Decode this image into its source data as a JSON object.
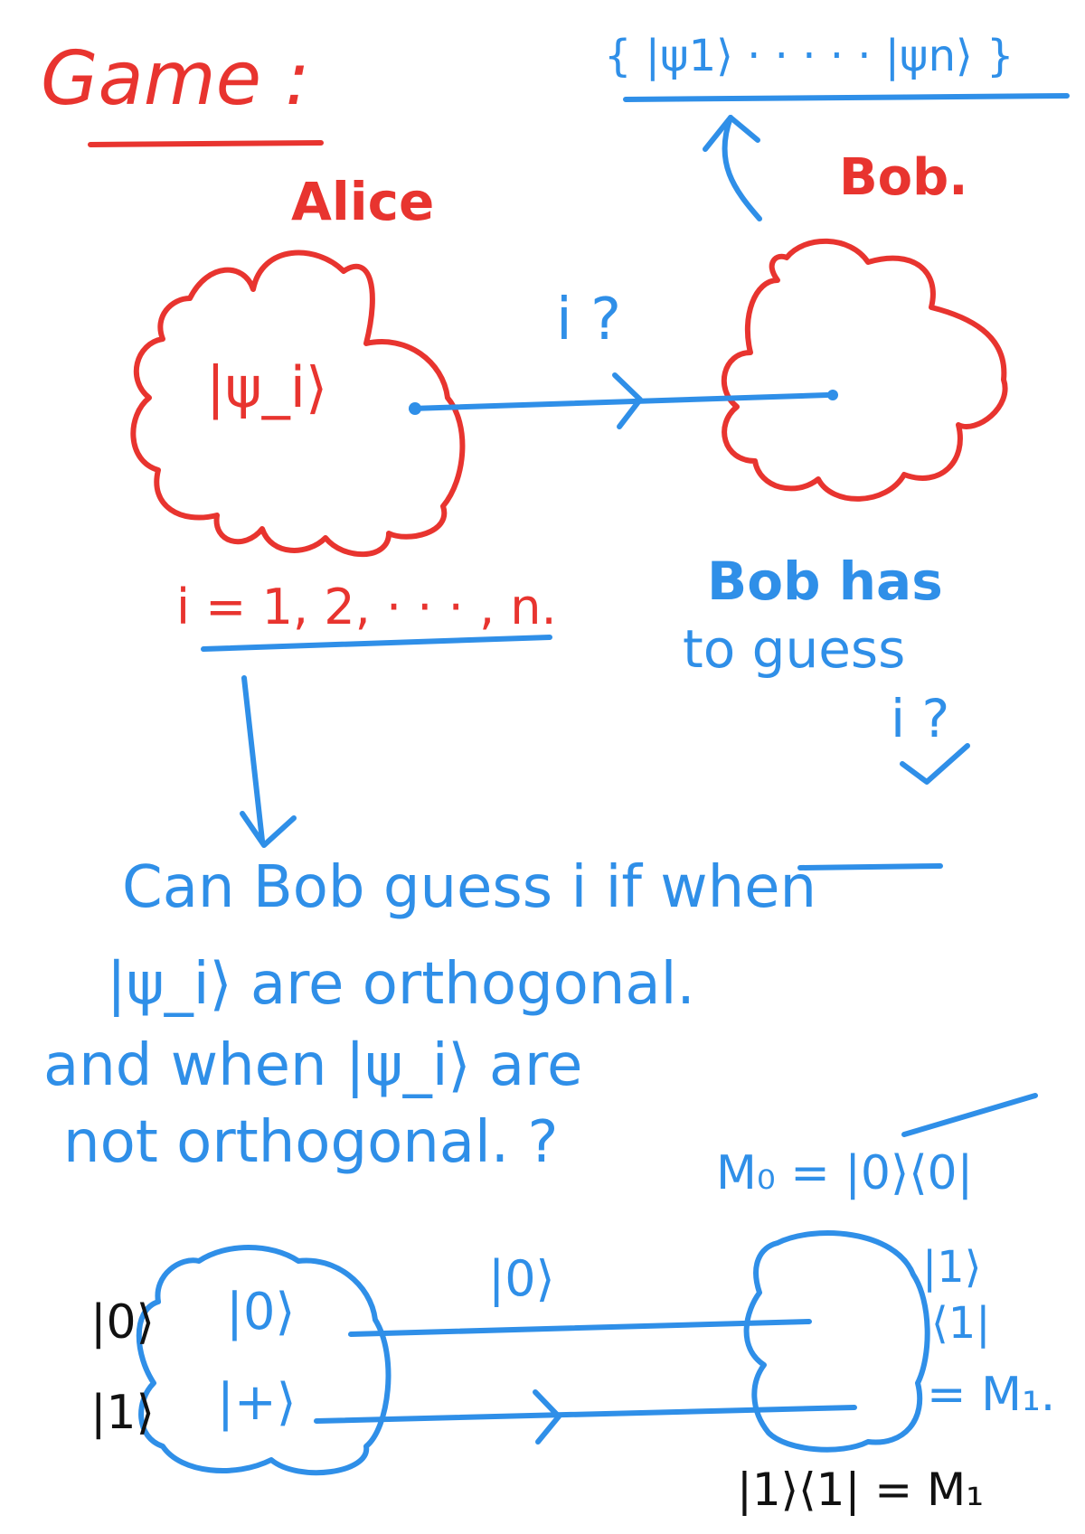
{
  "title": "Game :",
  "alice": {
    "label": "Alice",
    "state": "|ψ_i⟩",
    "index_range": "i = 1, 2, · · · , n."
  },
  "bob": {
    "label": "Bob.",
    "state_set": "{ |ψ1⟩ · · · · · |ψn⟩ }"
  },
  "arrow_label": "i ?",
  "bob_task": [
    "Bob has",
    "to guess",
    "i ?"
  ],
  "question": [
    "Can Bob guess i if when",
    "|ψ_i⟩ are orthogonal.",
    "and when |ψ_i⟩ are",
    "not orthogonal. ?"
  ],
  "measurement_0": "M₀ = |0⟩⟨0|",
  "bottom": {
    "left_labels": [
      "|0⟩",
      "|1⟩"
    ],
    "inner_labels": [
      "|0⟩",
      "|+⟩"
    ],
    "sent_label": "|0⟩",
    "right_ket": "|1⟩",
    "right_bra": "⟨1|",
    "m1_right": "= M₁.",
    "m1_bottom": "|1⟩⟨1|  = M₁"
  },
  "colors": {
    "alice": "#e8342f",
    "bob": "#2f8fe8",
    "notes": "#111111"
  }
}
